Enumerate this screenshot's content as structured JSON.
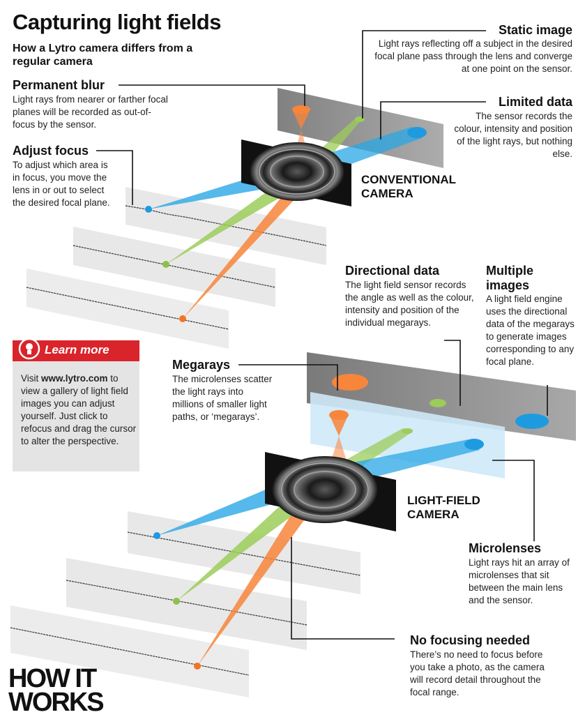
{
  "title": "Capturing light fields",
  "subtitle": "How a Lytro camera differs from a regular camera",
  "callouts": {
    "static_image": {
      "heading": "Static image",
      "text": "Light rays reflecting off a subject in the desired focal plane pass through the lens and converge at one point on the sensor."
    },
    "permanent_blur": {
      "heading": "Permanent blur",
      "text": "Light rays from nearer or farther focal planes will be recorded as out-of-focus by the sensor."
    },
    "limited_data": {
      "heading": "Limited data",
      "text": "The sensor records the colour, intensity and position of the light rays, but nothing else."
    },
    "adjust_focus": {
      "heading": "Adjust focus",
      "text": "To adjust which area is in focus, you move the lens in or out to select the desired focal plane."
    },
    "directional_data": {
      "heading": "Directional data",
      "text": "The light field sensor records the angle as well as the colour, intensity and position of the individual megarays."
    },
    "multiple_images": {
      "heading": "Multiple images",
      "text": "A light field engine uses the directional data of the megarays to generate images corresponding to any focal plane."
    },
    "megarays": {
      "heading": "Megarays",
      "text": "The microlenses scatter the light rays into millions of smaller light paths, or ‘megarays’."
    },
    "microlenses": {
      "heading": "Microlenses",
      "text": "Light rays hit an array of microlenses that sit between the main lens and the sensor."
    },
    "no_focusing": {
      "heading": "No focusing needed",
      "text": "There’s no need to focus before you take a photo, as the camera will record detail throughout the focal range."
    }
  },
  "camera_labels": {
    "conventional": "CONVENTIONAL CAMERA",
    "light_field": "LIGHT-FIELD CAMERA"
  },
  "learn_more": {
    "title": "Learn more",
    "text_before": "Visit ",
    "url": "www.lytro.com",
    "text_after": " to view a gallery of light field images you can adjust yourself. Just click to refocus and drag the cursor to alter the perspective."
  },
  "logo": {
    "line1": "HOW IT",
    "line2": "WORKS"
  },
  "colors": {
    "orange_ray": "#f7853b",
    "green_ray": "#9ccc5a",
    "blue_ray": "#2aa7e6",
    "sensor_grey": "#8e8e8e",
    "microlens_panel": "#cfe9f8",
    "focal_plane": "#e6e6e6",
    "accent_red": "#d9242b"
  },
  "icons": {
    "learn_more": "lightbulb-icon"
  }
}
